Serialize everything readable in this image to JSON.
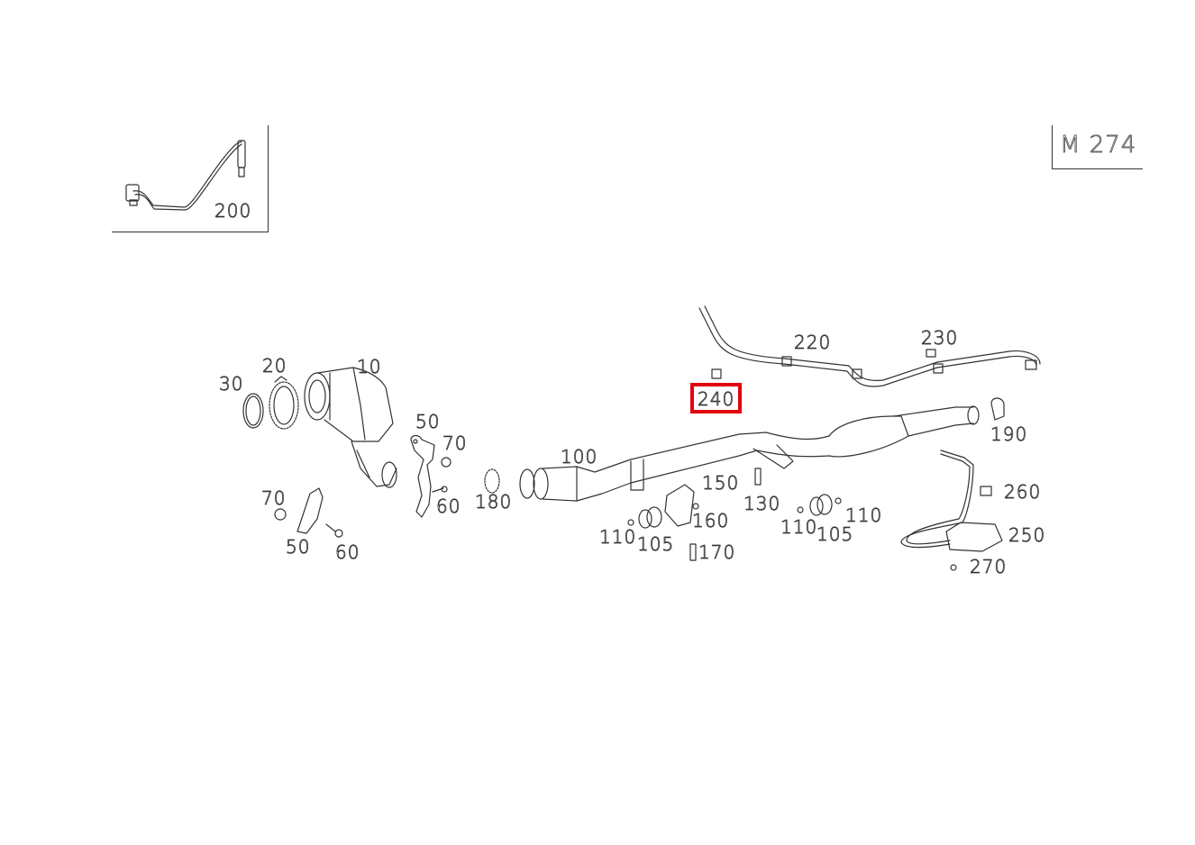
{
  "diagram": {
    "engine_code": "M 274",
    "inset": {
      "part_number": "200",
      "description": "oxygen sensor with cable (inset)"
    },
    "selected_callout": "240",
    "accent_color": "#e3000f",
    "line_color": "#333333",
    "callouts": [
      {
        "id": "c10",
        "label": "10",
        "part": "catalytic converter"
      },
      {
        "id": "c20",
        "label": "20",
        "part": "clamp"
      },
      {
        "id": "c30",
        "label": "30",
        "part": "seal ring"
      },
      {
        "id": "c50a",
        "label": "50",
        "part": "bracket"
      },
      {
        "id": "c50b",
        "label": "50",
        "part": "bracket"
      },
      {
        "id": "c60a",
        "label": "60",
        "part": "bolt"
      },
      {
        "id": "c60b",
        "label": "60",
        "part": "bolt"
      },
      {
        "id": "c70a",
        "label": "70",
        "part": "nut"
      },
      {
        "id": "c70b",
        "label": "70",
        "part": "nut"
      },
      {
        "id": "c100",
        "label": "100",
        "part": "front exhaust pipe"
      },
      {
        "id": "c105a",
        "label": "105",
        "part": "rubber mount"
      },
      {
        "id": "c105b",
        "label": "105",
        "part": "rubber mount"
      },
      {
        "id": "c110a",
        "label": "110",
        "part": "nut"
      },
      {
        "id": "c110b",
        "label": "110",
        "part": "nut"
      },
      {
        "id": "c110c",
        "label": "110",
        "part": "nut"
      },
      {
        "id": "c130",
        "label": "130",
        "part": "bolt"
      },
      {
        "id": "c150",
        "label": "150",
        "part": "bracket"
      },
      {
        "id": "c160",
        "label": "160",
        "part": "nut"
      },
      {
        "id": "c170",
        "label": "170",
        "part": "bolt"
      },
      {
        "id": "c180",
        "label": "180",
        "part": "clamp"
      },
      {
        "id": "c190",
        "label": "190",
        "part": "clamp"
      },
      {
        "id": "c200",
        "label": "200",
        "part": "oxygen sensor"
      },
      {
        "id": "c220",
        "label": "220",
        "part": "cable harness"
      },
      {
        "id": "c230",
        "label": "230",
        "part": "clip"
      },
      {
        "id": "c240",
        "label": "240",
        "part": "clip"
      },
      {
        "id": "c250",
        "label": "250",
        "part": "NOx sensor control unit"
      },
      {
        "id": "c260",
        "label": "260",
        "part": "clip"
      },
      {
        "id": "c270",
        "label": "270",
        "part": "nut"
      }
    ]
  }
}
